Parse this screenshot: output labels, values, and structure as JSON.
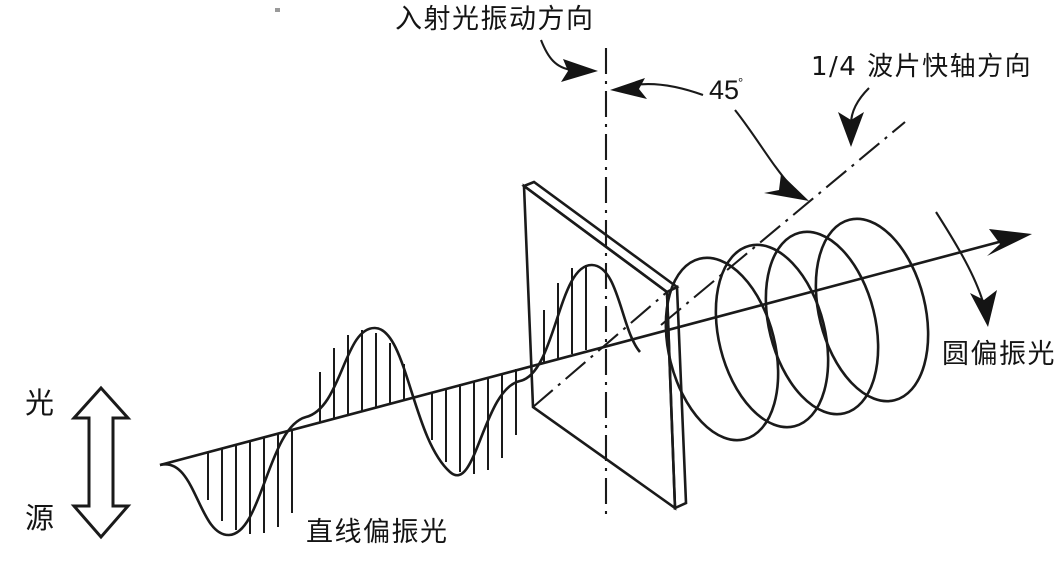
{
  "figure": {
    "title_visible": false,
    "background_color": "#ffffff",
    "ink_color": "#141414",
    "labels": {
      "light_source_char_1": "光",
      "light_source_char_2": "源",
      "incident_vibration_direction": "入射光振动方向",
      "angle_value": "45",
      "angle_unit": "°",
      "quarter_wave_fast_axis": "1/4 波片快轴方向",
      "linear_polarized_light": "直线偏振光",
      "circular_polarized_light": "圆偏振光"
    },
    "icons": {
      "source_double_arrow": "double-headed-vertical-arrow",
      "incident_pointer": "curved-arrow-right",
      "angle_pointer": "curved-arrow-left",
      "fast_axis_pointer_a": "curved-arrow-down-right",
      "fast_axis_pointer_b": "curved-arrow-down",
      "beam_arrow": "arrow-up-right",
      "output_pointer": "curved-arrow-down"
    },
    "optics": {
      "element": "quarter-wave-plate",
      "input_state": "linear",
      "output_state": "circular",
      "axis_angle_degrees": 45,
      "input_wave_cycles": 3,
      "output_helix_turns": 4,
      "propagation_direction": "left-to-right"
    }
  },
  "chart_data": {
    "type": "line",
    "title": "",
    "xlabel": "",
    "ylabel": "",
    "series": [
      {
        "name": "直线偏振光",
        "kind": "transverse-sine-wave",
        "cycles": 3,
        "hatched": true,
        "x_start": 160,
        "x_end": 585
      },
      {
        "name": "圆偏振光",
        "kind": "helix-ellipses",
        "turns": 4,
        "x_start": 672,
        "x_end": 905
      }
    ],
    "annotations": [
      {
        "text": "入射光振动方向",
        "points_to": "vertical-dash-dot-axis"
      },
      {
        "text": "45°",
        "points_to": "angle-between-axes"
      },
      {
        "text": "1/4 波片快轴方向",
        "points_to": "fast-axis-dash-dot-line"
      },
      {
        "text": "直线偏振光",
        "points_to": "input-sine-wave"
      },
      {
        "text": "圆偏振光",
        "points_to": "output-helix"
      },
      {
        "text": "光源",
        "points_to": "double-arrow-polarization"
      }
    ]
  }
}
